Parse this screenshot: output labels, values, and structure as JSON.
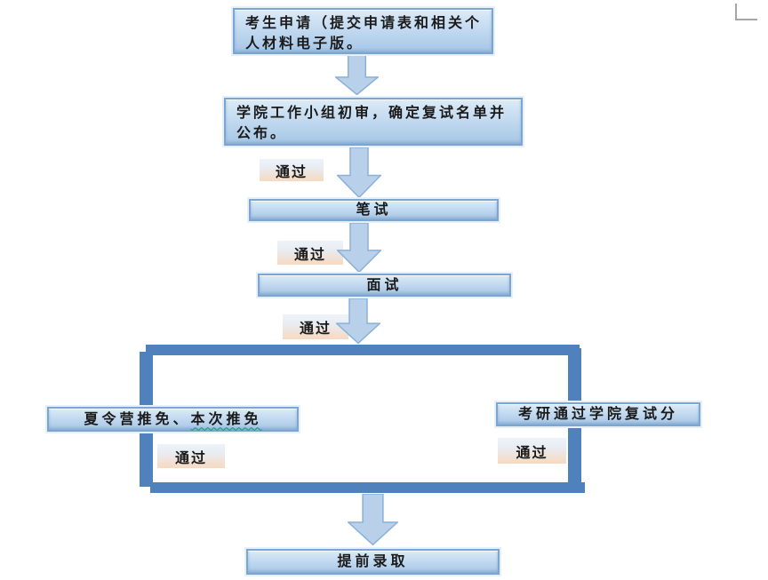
{
  "page": {
    "background": "#ffffff",
    "corner_mark_color": "#a6a6a6"
  },
  "palette": {
    "frame_blue": "#4f81bd",
    "node_border": "#7ca6d2",
    "node_fill_top": "#dcebf7",
    "node_fill_bottom": "#a6c6e6",
    "arrow_fill": "#b9d0ea",
    "arrow_stroke": "#8ab0d8",
    "pass_fill_top": "#eef3f9",
    "pass_fill_bottom": "#f7d9c0",
    "spellcheck_underline_green": "#00a651",
    "text_color": "#1a1a1a"
  },
  "nodes": {
    "apply": "考生申请（提交申请表和相关个人材料电子版。",
    "review": "学院工作小组初审，确定复试名单并公布。",
    "written_test": "笔试",
    "interview": "面试",
    "exempt_prefix": "夏令营推免、",
    "exempt_underlined": "本次推免",
    "exam_path": "考研通过学院复试分",
    "admission": "提前录取"
  },
  "labels": {
    "pass": "通过"
  }
}
